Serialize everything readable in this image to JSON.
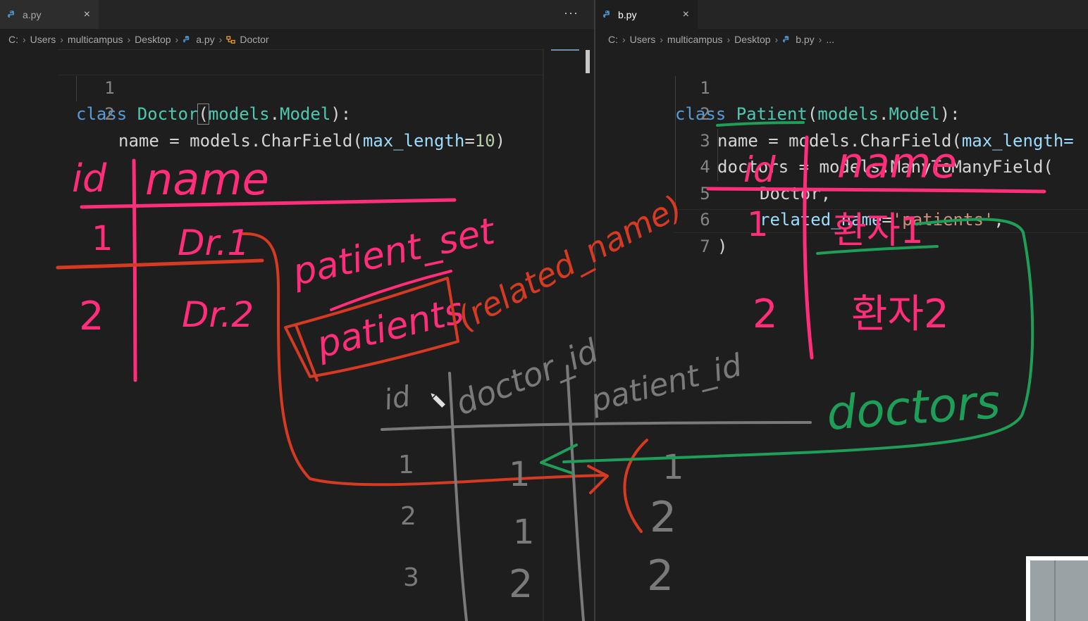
{
  "left_editor": {
    "tab": {
      "filename": "a.py",
      "close": "×"
    },
    "more_actions": "···",
    "breadcrumb": {
      "drive": "C:",
      "folder1": "Users",
      "folder2": "multicampus",
      "folder3": "Desktop",
      "file": "a.py",
      "symbol": "Doctor"
    },
    "lines": [
      {
        "number": "1",
        "kw": "class",
        "name": "Doctor",
        "open": "(",
        "base1": "models",
        "dot": ".",
        "base2": "Model",
        "close": "):"
      },
      {
        "number": "2",
        "field": "name",
        "eq": " = ",
        "module": "models",
        "dot": ".",
        "func": "CharField",
        "open": "(",
        "param": "max_length",
        "assign": "=",
        "value": "10",
        "close": ")"
      }
    ]
  },
  "right_editor": {
    "tab": {
      "filename": "b.py",
      "close": "×"
    },
    "breadcrumb": {
      "drive": "C:",
      "folder1": "Users",
      "folder2": "multicampus",
      "folder3": "Desktop",
      "file": "b.py",
      "ellipsis": "..."
    },
    "lines": [
      {
        "number": "1",
        "kw": "class",
        "name": "Patient",
        "open": "(",
        "base1": "models",
        "dot": ".",
        "base2": "Model",
        "close": "):"
      },
      {
        "number": "2",
        "field": "name",
        "eq": " = ",
        "module": "models",
        "dot": ".",
        "func": "CharField",
        "open": "(",
        "param": "max_length="
      },
      {
        "number": "3",
        "field": "doctors",
        "eq": " = ",
        "module": "models",
        "dot": ".",
        "func": "ManyToManyField",
        "open": "("
      },
      {
        "number": "4",
        "arg": "Doctor",
        "comma": ","
      },
      {
        "number": "5",
        "param": "related_name",
        "assign": "=",
        "value": "'patients'",
        "comma": ","
      },
      {
        "number": "6",
        "close": ")"
      },
      {
        "number": "7"
      }
    ]
  },
  "annotations": {
    "doctor_table": {
      "col_id": "id",
      "col_name": "name",
      "rows": [
        {
          "id": "1",
          "name": "Dr.1"
        },
        {
          "id": "2",
          "name": "Dr.2"
        }
      ]
    },
    "patient_table": {
      "col_id": "id",
      "col_name": "name",
      "rows": [
        {
          "id": "1",
          "name": "환자1"
        },
        {
          "id": "2",
          "name": "환자2"
        }
      ]
    },
    "join_table": {
      "col_id": "id",
      "col_doctor": "doctor_id",
      "col_patient": "patient_id",
      "ids": [
        "1",
        "2",
        "3"
      ],
      "doctor_ids": [
        "1",
        "1",
        "2"
      ],
      "patient_ids": [
        "1",
        "2",
        "2"
      ]
    },
    "notes": {
      "patient_set": "patient_set",
      "patients": "patients",
      "related_name": "(related_name)",
      "doctors": "doctors"
    },
    "ink_colors": {
      "pink": "#ff2d7a",
      "red": "#d63a22",
      "green": "#1f9e58",
      "gray": "#7a7a7a"
    }
  }
}
